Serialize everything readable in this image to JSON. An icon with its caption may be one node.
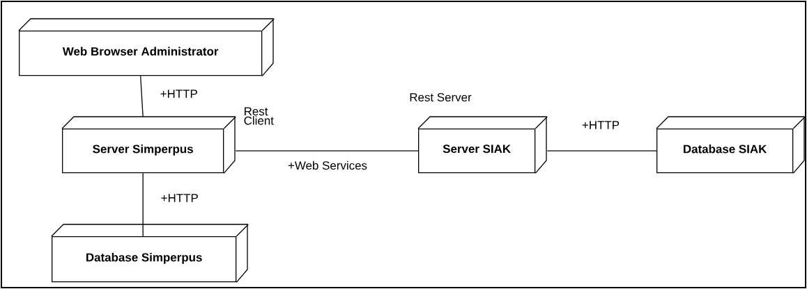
{
  "diagram": {
    "nodes": [
      {
        "text": [
          "Web Browser Administrator"
        ]
      },
      {
        "text": [
          "Server Simperpus"
        ]
      },
      {
        "text": [
          "Database Simperpus"
        ]
      },
      {
        "text": [
          "Server SIAK"
        ]
      },
      {
        "text": [
          "Database SIAK"
        ]
      }
    ],
    "edges": [
      {
        "from": 0,
        "to": 1,
        "arrow": "none",
        "label": "+HTTP"
      },
      {
        "from": 1,
        "to": 2,
        "arrow": "none",
        "label": "+HTTP"
      },
      {
        "from": 1,
        "to": 3,
        "arrow": "none",
        "label": "+Web Services"
      },
      {
        "from": 3,
        "to": 4,
        "arrow": "none",
        "label": "+HTTP"
      }
    ],
    "labels": [
      "Rest Client",
      "Rest Server"
    ]
  }
}
